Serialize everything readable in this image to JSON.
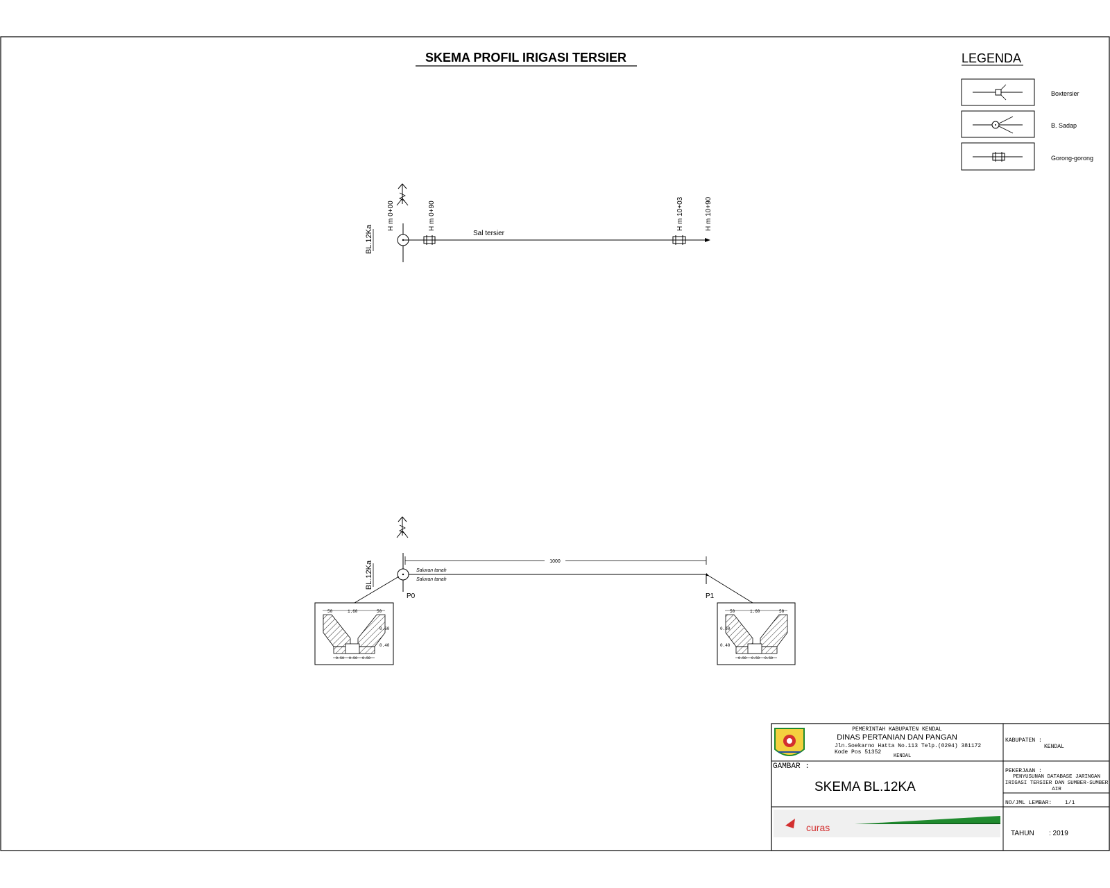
{
  "title": "SKEMA PROFIL IRIGASI TERSIER",
  "legend": {
    "title": "LEGENDA",
    "items": [
      {
        "label": "Boxtersier",
        "icon": "box-tersier-icon"
      },
      {
        "label": "B. Sadap",
        "icon": "bangunan-sadap-icon"
      },
      {
        "label": "Gorong-gorong",
        "icon": "culvert-icon"
      }
    ]
  },
  "schema": {
    "source_label": "BL.12Ka",
    "channel_label": "Sal tersier",
    "stations": [
      "H m 0+00",
      "H m 0+90",
      "H m 10+03",
      "H m 10+90"
    ]
  },
  "profile": {
    "source_label": "BL.12Ka",
    "length_label": "1000",
    "small_labels": [
      "Saluran tanah",
      "Saluran tanah"
    ],
    "points": [
      "P0",
      "P1"
    ],
    "section_dims": [
      "50",
      "1.60",
      "50",
      "0.60",
      "0.40",
      "0.50",
      "0.50",
      "0.50"
    ]
  },
  "title_block": {
    "gov": "PEMERINTAH KABUPATEN KENDAL",
    "agency": "DINAS PERTANIAN DAN PANGAN",
    "address": "Jln.Soekarno Hatta No.113 Telp.(0294) 381172",
    "postal": "Kode Pos 51352",
    "city": "KENDAL",
    "gambar_label": "GAMBAR :",
    "drawing_title": "SKEMA BL.12KA",
    "kabupaten_label": "KABUPATEN :",
    "kabupaten_value": "KENDAL",
    "pekerjaan_label": "PEKERJAAN :",
    "pekerjaan_lines": [
      "PENYUSUNAN DATABASE JARINGAN",
      "IRIGASI TERSIER DAN SUMBER-SUMBER",
      "AIR"
    ],
    "sheet_label": "NO/JML LEMBAR:",
    "sheet_value": "1/1",
    "tahun_label": "TAHUN",
    "tahun_value": ": 2019",
    "consultant_logo_text": "curas",
    "colors": {
      "green": "#1f8a2e",
      "red": "#d32f2f",
      "crest_yellow": "#f4d03f"
    }
  }
}
